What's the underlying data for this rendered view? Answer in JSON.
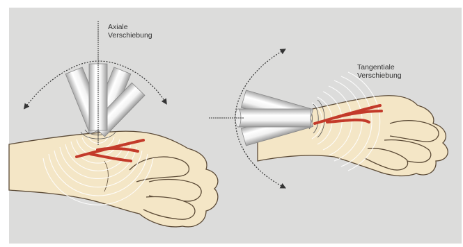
{
  "labels": {
    "axial_line1": "Axiale",
    "axial_line2": "Verschiebung",
    "tangential_line1": "Tangentiale",
    "tangential_line2": "Verschiebung"
  },
  "colors": {
    "background": "#dcdcdb",
    "skin": "#f4e6c6",
    "outline": "#5b4a36",
    "tube_light": "#ffffff",
    "tube_shade": "#bdbdbd",
    "vessel": "#c33a2a",
    "wave": "#ffffff",
    "arrow": "#333333"
  },
  "icons": [
    "axial-shift-arrow-icon",
    "tangential-shift-arrow-icon",
    "ultrasound-probe-icon"
  ]
}
